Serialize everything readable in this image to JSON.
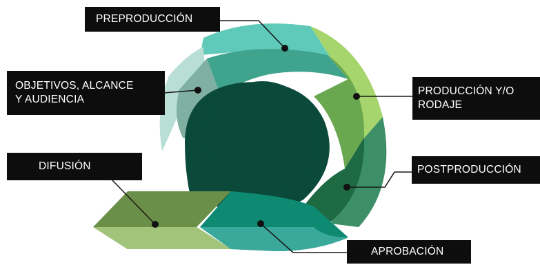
{
  "diagram": {
    "stages": {
      "preproduccion": {
        "label": "PREPRODUCCIÓN",
        "color": "#3fa38e"
      },
      "objetivos": {
        "line1": "OBJETIVOS, ALCANCE",
        "line2": "Y AUDIENCIA",
        "color": "#7fb0a2"
      },
      "produccion": {
        "line1": "PRODUCCIÓN Y/O",
        "line2": "RODAJE",
        "color": "#6aa84f"
      },
      "postproduccion": {
        "label": "POSTPRODUCCIÓN",
        "color": "#1d6a43"
      },
      "aprobacion": {
        "label": "APROBACIÓN",
        "color": "#0f8a72"
      },
      "difusion": {
        "label": "DIFUSIÓN",
        "color": "#6a8f48"
      }
    },
    "colors": {
      "label_bg": "#0d0d0d",
      "label_text": "#ffffff",
      "core": "#0b4a3b",
      "connector": "#1a1a1a"
    }
  }
}
